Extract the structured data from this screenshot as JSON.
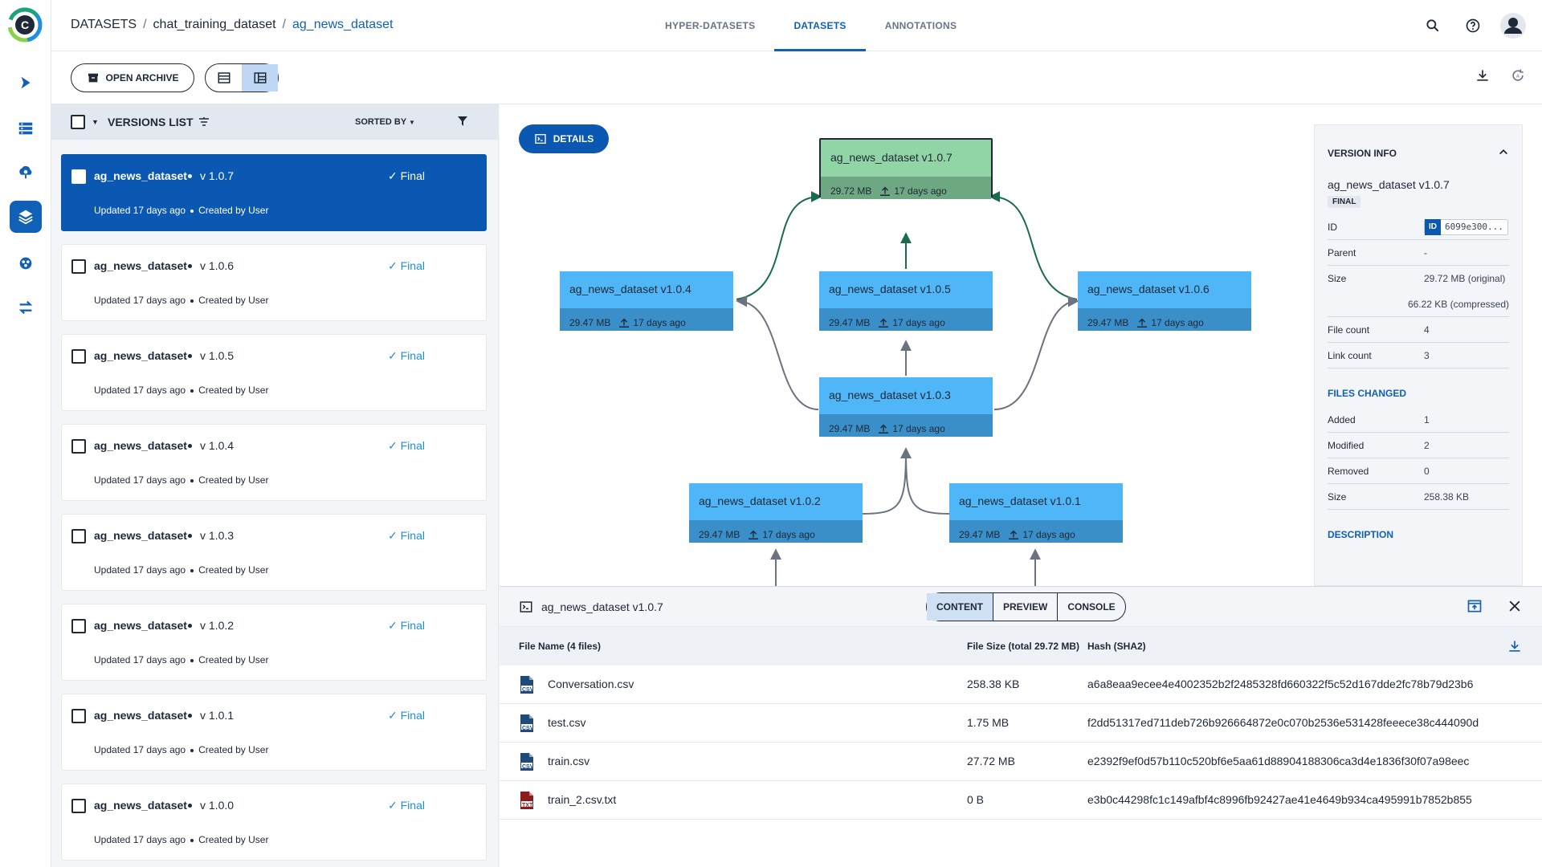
{
  "breadcrumb": {
    "root": "DATASETS",
    "project": "chat_training_dataset",
    "current": "ag_news_dataset"
  },
  "tabs": [
    {
      "label": "HYPER-DATASETS"
    },
    {
      "label": "DATASETS"
    },
    {
      "label": "ANNOTATIONS"
    }
  ],
  "toolbar": {
    "archive_label": "OPEN ARCHIVE"
  },
  "versions_panel": {
    "title": "VERSIONS LIST",
    "sort_label": "SORTED BY",
    "items": [
      {
        "name": "ag_news_dataset",
        "version": "v 1.0.7",
        "status": "Final",
        "updated": "Updated 17 days ago",
        "created": "Created by User"
      },
      {
        "name": "ag_news_dataset",
        "version": "v 1.0.6",
        "status": "Final",
        "updated": "Updated 17 days ago",
        "created": "Created by User"
      },
      {
        "name": "ag_news_dataset",
        "version": "v 1.0.5",
        "status": "Final",
        "updated": "Updated 17 days ago",
        "created": "Created by User"
      },
      {
        "name": "ag_news_dataset",
        "version": "v 1.0.4",
        "status": "Final",
        "updated": "Updated 17 days ago",
        "created": "Created by User"
      },
      {
        "name": "ag_news_dataset",
        "version": "v 1.0.3",
        "status": "Final",
        "updated": "Updated 17 days ago",
        "created": "Created by User"
      },
      {
        "name": "ag_news_dataset",
        "version": "v 1.0.2",
        "status": "Final",
        "updated": "Updated 17 days ago",
        "created": "Created by User"
      },
      {
        "name": "ag_news_dataset",
        "version": "v 1.0.1",
        "status": "Final",
        "updated": "Updated 17 days ago",
        "created": "Created by User"
      },
      {
        "name": "ag_news_dataset",
        "version": "v 1.0.0",
        "status": "Final",
        "updated": "Updated 17 days ago",
        "created": "Created by User"
      }
    ]
  },
  "graph": {
    "details_label": "DETAILS",
    "nodes": [
      {
        "label": "ag_news_dataset v1.0.7",
        "size": "29.72 MB",
        "age": "17 days ago"
      },
      {
        "label": "ag_news_dataset v1.0.4",
        "size": "29.47 MB",
        "age": "17 days ago"
      },
      {
        "label": "ag_news_dataset v1.0.5",
        "size": "29.47 MB",
        "age": "17 days ago"
      },
      {
        "label": "ag_news_dataset v1.0.6",
        "size": "29.47 MB",
        "age": "17 days ago"
      },
      {
        "label": "ag_news_dataset v1.0.3",
        "size": "29.47 MB",
        "age": "17 days ago"
      },
      {
        "label": "ag_news_dataset v1.0.2",
        "size": "29.47 MB",
        "age": "17 days ago"
      },
      {
        "label": "ag_news_dataset v1.0.1",
        "size": "29.47 MB",
        "age": "17 days ago"
      }
    ]
  },
  "version_info": {
    "title": "VERSION INFO",
    "name": "ag_news_dataset v1.0.7",
    "badge": "FINAL",
    "id_label": "ID",
    "id_chip": "ID",
    "id_value": "6099e300...",
    "parent_label": "Parent",
    "parent_value": "-",
    "size_label": "Size",
    "size_original": "29.72 MB (original)",
    "size_compressed": "66.22 KB (compressed)",
    "file_count_label": "File count",
    "file_count": "4",
    "link_count_label": "Link count",
    "link_count": "3",
    "files_changed_title": "FILES CHANGED",
    "added_label": "Added",
    "added": "1",
    "modified_label": "Modified",
    "modified": "2",
    "removed_label": "Removed",
    "removed": "0",
    "changed_size_label": "Size",
    "changed_size": "258.38 KB",
    "description_title": "DESCRIPTION"
  },
  "bottom_panel": {
    "title": "ag_news_dataset v1.0.7",
    "tabs": [
      {
        "label": "CONTENT"
      },
      {
        "label": "PREVIEW"
      },
      {
        "label": "CONSOLE"
      }
    ],
    "columns": {
      "name": "File Name (4 files)",
      "size": "File Size (total 29.72 MB)",
      "hash": "Hash (SHA2)"
    },
    "files": [
      {
        "name": "Conversation.csv",
        "type": "CSV",
        "size": "258.38 KB",
        "hash": "a6a8eaa9ecee4e4002352b2f2485328fd660322f5c52d167dde2fc78b79d23b6"
      },
      {
        "name": "test.csv",
        "type": "CSV",
        "size": "1.75 MB",
        "hash": "f2dd51317ed711deb726b926664872e0c070b2536e531428feeece38c444090d"
      },
      {
        "name": "train.csv",
        "type": "CSV",
        "size": "27.72 MB",
        "hash": "e2392f9ef0d57b110c520bf6e5aa61d88904188306ca3d4e1836f30f07a98eec"
      },
      {
        "name": "train_2.csv.txt",
        "type": "TXT",
        "size": "0 B",
        "hash": "e3b0c44298fc1c149afbf4c8996fb92427ae41e4649b934ca495991b7852b855"
      }
    ]
  },
  "colors": {
    "primary": "#0a58b2",
    "node": "#4fb6f7",
    "current_node": "#91d5a7",
    "final": "#1a8fe0",
    "edge_current": "#1b6a4f",
    "edge": "#6b7280"
  },
  "icons": [
    "clearml-logo",
    "pipelines-icon",
    "experiments-icon",
    "models-icon",
    "datasets-icon",
    "reports-icon",
    "orchestration-icon",
    "search-icon",
    "help-icon",
    "user-avatar-icon",
    "archive-icon",
    "table-view-icon",
    "details-view-icon",
    "download-icon",
    "refresh-icon",
    "filter-icon",
    "csv-file-icon",
    "txt-file-icon",
    "close-icon",
    "maximize-icon"
  ]
}
